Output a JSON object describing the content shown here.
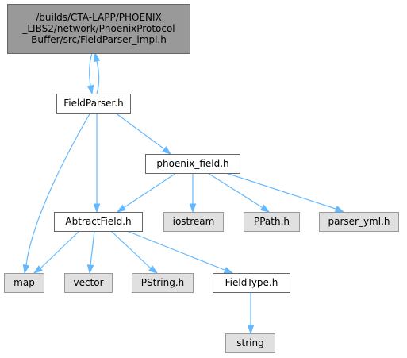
{
  "graph": {
    "nodes": [
      {
        "id": "impl",
        "kind": "root",
        "lines": [
          "/builds/CTA-LAPP/PHOENIX",
          "_LIBS2/network/PhoenixProtocol",
          "Buffer/src/FieldParser_impl.h"
        ]
      },
      {
        "id": "fieldparser",
        "kind": "file",
        "lines": [
          "FieldParser.h"
        ]
      },
      {
        "id": "phoenix_field",
        "kind": "file",
        "lines": [
          "phoenix_field.h"
        ]
      },
      {
        "id": "abtractfield",
        "kind": "file",
        "lines": [
          "AbtractField.h"
        ]
      },
      {
        "id": "iostream",
        "kind": "external",
        "lines": [
          "iostream"
        ]
      },
      {
        "id": "ppath",
        "kind": "external",
        "lines": [
          "PPath.h"
        ]
      },
      {
        "id": "parser_yml",
        "kind": "external",
        "lines": [
          "parser_yml.h"
        ]
      },
      {
        "id": "map",
        "kind": "external",
        "lines": [
          "map"
        ]
      },
      {
        "id": "vector",
        "kind": "external",
        "lines": [
          "vector"
        ]
      },
      {
        "id": "pstring",
        "kind": "external",
        "lines": [
          "PString.h"
        ]
      },
      {
        "id": "fieldtype",
        "kind": "file",
        "lines": [
          "FieldType.h"
        ]
      },
      {
        "id": "string",
        "kind": "external",
        "lines": [
          "string"
        ]
      }
    ],
    "edges": [
      {
        "from": "impl",
        "to": "fieldparser"
      },
      {
        "from": "fieldparser",
        "to": "impl"
      },
      {
        "from": "fieldparser",
        "to": "map"
      },
      {
        "from": "fieldparser",
        "to": "abtractfield"
      },
      {
        "from": "fieldparser",
        "to": "phoenix_field"
      },
      {
        "from": "phoenix_field",
        "to": "abtractfield"
      },
      {
        "from": "phoenix_field",
        "to": "iostream"
      },
      {
        "from": "phoenix_field",
        "to": "ppath"
      },
      {
        "from": "phoenix_field",
        "to": "parser_yml"
      },
      {
        "from": "abtractfield",
        "to": "map"
      },
      {
        "from": "abtractfield",
        "to": "vector"
      },
      {
        "from": "abtractfield",
        "to": "pstring"
      },
      {
        "from": "abtractfield",
        "to": "fieldtype"
      },
      {
        "from": "fieldtype",
        "to": "string"
      }
    ],
    "colors": {
      "root_fill": "#999999",
      "root_stroke": "#666666",
      "file_fill": "#ffffff",
      "file_stroke": "#666666",
      "external_fill": "#e0e0e0",
      "external_stroke": "#999999",
      "edge": "#63b8ff"
    }
  }
}
